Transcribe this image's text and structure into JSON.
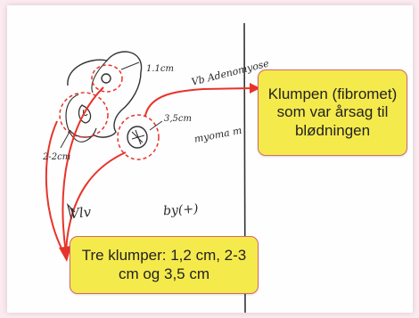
{
  "callouts": {
    "fibroid": "Klumpen (fibromet) som var årsag til blødningen",
    "clumps": "Tre klumper: 1,2 cm, 2-3 cm og 3,5 cm"
  },
  "handwriting": {
    "size_small": "1.1cm",
    "size_left": "2-2cm",
    "size_large": "3,5cm",
    "note_top": "Vb Adenomyose",
    "note_mid": "myoma m",
    "note_left": "Vlv",
    "note_bottom": "by(+)"
  },
  "colors": {
    "background": "#fbeaf0",
    "callout_fill": "#f5ea4c",
    "arrow_red": "#e8332a",
    "ink": "#2a2a2a"
  }
}
